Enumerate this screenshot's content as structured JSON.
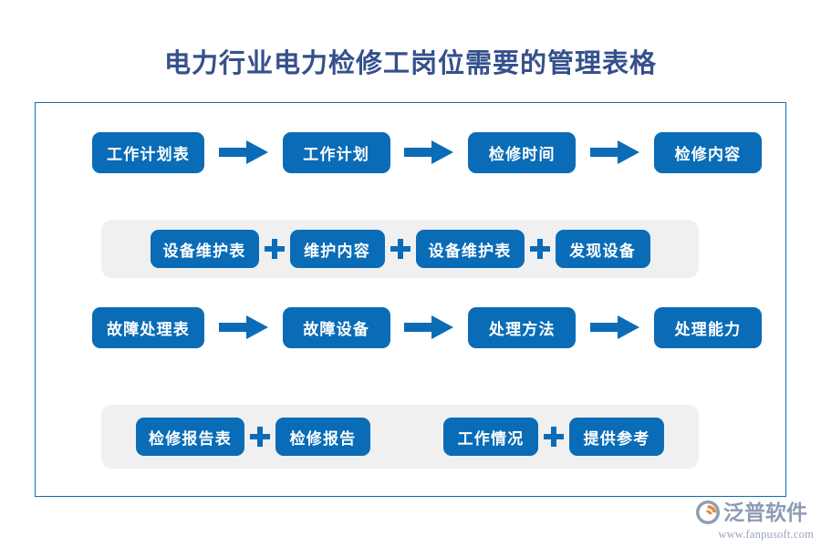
{
  "page": {
    "title": "电力行业电力检修工岗位需要的管理表格",
    "accent_blue": "#0a6cb7",
    "title_color": "#35508c",
    "band_gray": "#f0f0f0",
    "panel_border": "#0d6db8"
  },
  "flow": {
    "rows": [
      {
        "id": "row-work-plan",
        "style": "plain",
        "connector": "arrow",
        "nodes": [
          {
            "label": "工作计划表"
          },
          {
            "label": "工作计划"
          },
          {
            "label": "检修时间"
          },
          {
            "label": "检修内容"
          }
        ]
      },
      {
        "id": "row-equipment-maintenance",
        "style": "band",
        "connector": "plus",
        "nodes": [
          {
            "label": "设备维护表"
          },
          {
            "label": "维护内容"
          },
          {
            "label": "设备维护表"
          },
          {
            "label": "发现设备"
          }
        ]
      },
      {
        "id": "row-fault-handling",
        "style": "plain",
        "connector": "arrow",
        "nodes": [
          {
            "label": "故障处理表"
          },
          {
            "label": "故障设备"
          },
          {
            "label": "处理方法"
          },
          {
            "label": "处理能力"
          }
        ]
      },
      {
        "id": "row-inspection-report",
        "style": "band",
        "connector": "plus",
        "nodes": [
          {
            "label": "检修报告表"
          },
          {
            "label": "检修报告"
          },
          {
            "label": "工作情况"
          },
          {
            "label": "提供参考"
          }
        ],
        "connector_overrides": [
          "plus",
          "none",
          "plus"
        ]
      }
    ]
  },
  "footer": {
    "logo_name": "泛普软件",
    "logo_url": "www.fanpusoft.com",
    "logo_mark_icon": "fanpu-swoosh-icon",
    "logo_mark_colors": {
      "gray": "#8d9cb4",
      "orange": "#e8883a"
    }
  }
}
